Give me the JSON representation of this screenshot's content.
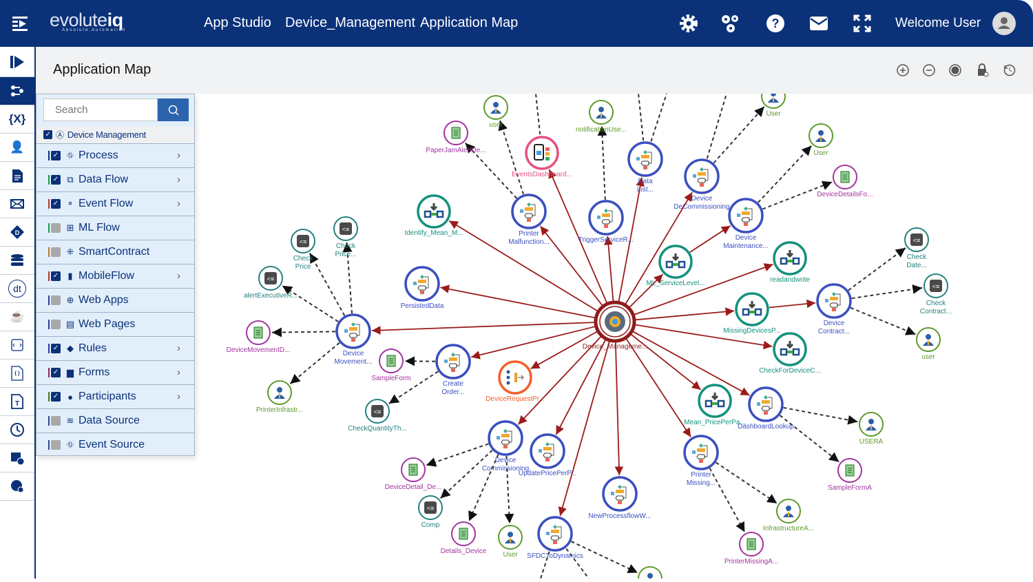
{
  "header": {
    "brand": "evolute",
    "brand_bold": "iq",
    "tagline": "Absolute.Automation",
    "app_studio": "App Studio",
    "application": "Device_Management",
    "page": "Application Map",
    "welcome": "Welcome User",
    "icons": [
      "settings-icon",
      "multi-gear-icon",
      "help-icon",
      "mail-icon",
      "fullscreen-icon"
    ]
  },
  "rail": [
    "play-icon",
    "flow-icon",
    "variables-icon",
    "user-icon",
    "document-icon",
    "mail-icon",
    "rules-icon",
    "database-icon",
    "dt-icon",
    "java-icon",
    "js-icon",
    "css-icon",
    "text-file-icon",
    "clock-icon",
    "calendar-icon",
    "globe-gear-icon"
  ],
  "rail_labels": {
    "variables": "{X}",
    "dt": "dt"
  },
  "title": "Application Map",
  "tools": [
    "zoom-in-icon",
    "zoom-out-icon",
    "center-icon",
    "lock-icon",
    "reset-icon"
  ],
  "panel": {
    "search_placeholder": "Search",
    "root": "Device Management",
    "items": [
      {
        "label": "Process",
        "icon": "⛗",
        "checked": true,
        "expandable": true,
        "color": "#0b3179"
      },
      {
        "label": "Data Flow",
        "icon": "⧉",
        "checked": true,
        "expandable": true,
        "color": "#1a9a4a"
      },
      {
        "label": "Event Flow",
        "icon": "⚬",
        "checked": true,
        "expandable": true,
        "color": "#b03a3a"
      },
      {
        "label": "ML Flow",
        "icon": "⊞",
        "checked": false,
        "expandable": false,
        "color": "#1a9a4a"
      },
      {
        "label": "SmartContract",
        "icon": "⁜",
        "checked": false,
        "expandable": false,
        "color": "#b87a2a"
      },
      {
        "label": "MobileFlow",
        "icon": "▮",
        "checked": true,
        "expandable": true,
        "color": "#b03a3a"
      },
      {
        "label": "Web Apps",
        "icon": "⊕",
        "checked": false,
        "expandable": false,
        "color": "#2a3aa0"
      },
      {
        "label": "Web Pages",
        "icon": "▤",
        "checked": false,
        "expandable": false,
        "color": "#2a3aa0"
      },
      {
        "label": "Rules",
        "icon": "◆",
        "checked": true,
        "expandable": true,
        "color": "#2a3aa0"
      },
      {
        "label": "Forms",
        "icon": "▆",
        "checked": true,
        "expandable": true,
        "color": "#8a2a5a"
      },
      {
        "label": "Participants",
        "icon": "●",
        "checked": true,
        "expandable": true,
        "color": "#4a7a2a"
      },
      {
        "label": "Data Source",
        "icon": "≋",
        "checked": false,
        "expandable": false,
        "color": "#2a4a8a"
      },
      {
        "label": "Event Source",
        "icon": "⛗",
        "checked": false,
        "expandable": false,
        "color": "#2a4a8a"
      }
    ]
  },
  "colors": {
    "process": "#3b4fbf",
    "user": "#5d9a2c",
    "form": "#a0349e",
    "ml": "#13917c",
    "rule": "#23817f",
    "mobile": "#e8507e",
    "event": "#f2612b",
    "app": "#8e1c1c",
    "edge": "#9b1b1b"
  },
  "graph": {
    "nodes": [
      {
        "label": [
          "Device_Manageme..."
        ],
        "type": "app"
      },
      {
        "label": [
          "user"
        ],
        "type": "user"
      },
      {
        "label": [
          "PaperJamAlertDe..."
        ],
        "type": "form"
      },
      {
        "label": [
          "EventsDashboard..."
        ],
        "type": "mobile"
      },
      {
        "label": [
          "notificationUse..."
        ],
        "type": "user"
      },
      {
        "label": [
          "Data",
          "List..."
        ],
        "type": "process"
      },
      {
        "label": [
          "Device",
          "DeCommissioning"
        ],
        "type": "process"
      },
      {
        "label": [
          "User"
        ],
        "type": "user"
      },
      {
        "label": [
          "User"
        ],
        "type": "user"
      },
      {
        "label": [
          "DeviceDetailsFo..."
        ],
        "type": "form"
      },
      {
        "label": [
          "Identify_Mean_M..."
        ],
        "type": "ml"
      },
      {
        "label": [
          "Printer",
          "Malfunction..."
        ],
        "type": "process"
      },
      {
        "label": [
          "TriggerServiceR..."
        ],
        "type": "process"
      },
      {
        "label": [
          "Device",
          "Maintenance..."
        ],
        "type": "process"
      },
      {
        "label": [
          "ML_ServiceLevel..."
        ],
        "type": "ml"
      },
      {
        "label": [
          "readandwrite"
        ],
        "type": "ml"
      },
      {
        "label": [
          "Check",
          "Price"
        ],
        "type": "rule"
      },
      {
        "label": [
          "Check",
          "Price..."
        ],
        "type": "rule"
      },
      {
        "label": [
          "alertExecutiveR..."
        ],
        "type": "rule"
      },
      {
        "label": [
          "PersistedData"
        ],
        "type": "process"
      },
      {
        "label": [
          "DeviceMovementD..."
        ],
        "type": "form"
      },
      {
        "label": [
          "Device",
          "Movement..."
        ],
        "type": "process"
      },
      {
        "label": [
          "MissingDevicesP..."
        ],
        "type": "ml"
      },
      {
        "label": [
          "Device",
          "Contract..."
        ],
        "type": "process"
      },
      {
        "label": [
          "Check",
          "Date..."
        ],
        "type": "rule"
      },
      {
        "label": [
          "Check",
          "Contract..."
        ],
        "type": "rule"
      },
      {
        "label": [
          "user"
        ],
        "type": "user"
      },
      {
        "label": [
          "CheckForDeviceC..."
        ],
        "type": "ml"
      },
      {
        "label": [
          "SampleForm"
        ],
        "type": "form"
      },
      {
        "label": [
          "Create",
          "Order..."
        ],
        "type": "process"
      },
      {
        "label": [
          "DeviceRequestPr..."
        ],
        "type": "event"
      },
      {
        "label": [
          "PrinterInfrastr..."
        ],
        "type": "user"
      },
      {
        "label": [
          "CheckQuantityTh..."
        ],
        "type": "rule"
      },
      {
        "label": [
          "Mean_PricePerPa..."
        ],
        "type": "ml"
      },
      {
        "label": [
          "DashboardLookup"
        ],
        "type": "process"
      },
      {
        "label": [
          "USERA"
        ],
        "type": "user"
      },
      {
        "label": [
          "SampleFormA"
        ],
        "type": "form"
      },
      {
        "label": [
          "Device",
          "Commissioning"
        ],
        "type": "process"
      },
      {
        "label": [
          "UpdatePricePerP..."
        ],
        "type": "process"
      },
      {
        "label": [
          "Printer",
          "Missing..."
        ],
        "type": "process"
      },
      {
        "label": [
          "NewProcessflowW..."
        ],
        "type": "process"
      },
      {
        "label": [
          "DeviceDetail_De..."
        ],
        "type": "form"
      },
      {
        "label": [
          "Comp"
        ],
        "type": "rule"
      },
      {
        "label": [
          "Details_Device"
        ],
        "type": "form"
      },
      {
        "label": [
          "User"
        ],
        "type": "user"
      },
      {
        "label": [
          "SFDCToDynamics"
        ],
        "type": "process"
      },
      {
        "label": [
          "InfrastructureA..."
        ],
        "type": "user"
      },
      {
        "label": [
          "PrinterMissingA..."
        ],
        "type": "form"
      },
      {
        "label": [],
        "type": "user"
      }
    ],
    "edges": [
      [
        0,
        3,
        "flow"
      ],
      [
        0,
        5,
        "flow"
      ],
      [
        0,
        6,
        "flow"
      ],
      [
        0,
        10,
        "flow"
      ],
      [
        0,
        11,
        "flow"
      ],
      [
        0,
        12,
        "flow"
      ],
      [
        0,
        14,
        "flow"
      ],
      [
        14,
        13,
        "flow"
      ],
      [
        0,
        15,
        "flow"
      ],
      [
        0,
        19,
        "flow"
      ],
      [
        0,
        21,
        "flow"
      ],
      [
        0,
        22,
        "flow"
      ],
      [
        22,
        23,
        "flow"
      ],
      [
        0,
        27,
        "flow"
      ],
      [
        0,
        29,
        "flow"
      ],
      [
        0,
        30,
        "flow"
      ],
      [
        0,
        33,
        "flow"
      ],
      [
        0,
        34,
        "flow"
      ],
      [
        0,
        37,
        "flow"
      ],
      [
        0,
        38,
        "flow"
      ],
      [
        0,
        39,
        "flow"
      ],
      [
        0,
        40,
        "flow"
      ],
      [
        0,
        45,
        "flow"
      ],
      [
        11,
        1,
        "ref"
      ],
      [
        11,
        2,
        "ref"
      ],
      [
        12,
        4,
        "ref"
      ],
      [
        6,
        7,
        "ref"
      ],
      [
        13,
        8,
        "ref"
      ],
      [
        13,
        9,
        "ref"
      ],
      [
        21,
        16,
        "ref"
      ],
      [
        21,
        17,
        "ref"
      ],
      [
        21,
        18,
        "ref"
      ],
      [
        21,
        20,
        "ref"
      ],
      [
        21,
        31,
        "ref"
      ],
      [
        29,
        28,
        "ref"
      ],
      [
        29,
        32,
        "ref"
      ],
      [
        23,
        24,
        "ref"
      ],
      [
        23,
        25,
        "ref"
      ],
      [
        23,
        26,
        "ref"
      ],
      [
        34,
        35,
        "ref"
      ],
      [
        34,
        36,
        "ref"
      ],
      [
        37,
        41,
        "ref"
      ],
      [
        37,
        42,
        "ref"
      ],
      [
        37,
        43,
        "ref"
      ],
      [
        37,
        44,
        "ref"
      ],
      [
        39,
        46,
        "ref"
      ],
      [
        39,
        47,
        "ref"
      ],
      [
        45,
        48,
        "ref"
      ]
    ]
  }
}
